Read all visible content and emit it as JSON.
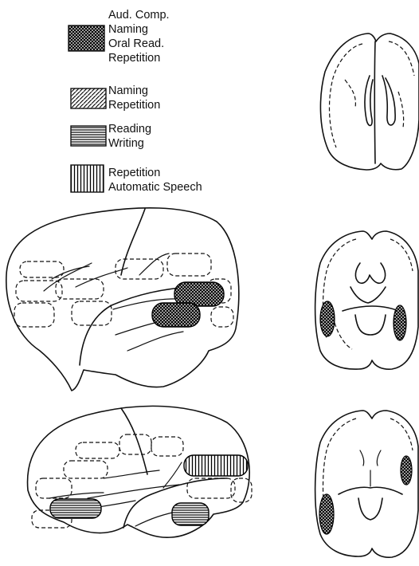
{
  "legend": [
    {
      "pattern": "crosshatch",
      "lines": [
        "Aud. Comp.",
        "Naming",
        "Oral Read.",
        "Repetition"
      ]
    },
    {
      "pattern": "diagonal",
      "lines": [
        "Naming",
        "Repetition"
      ]
    },
    {
      "pattern": "horizontal",
      "lines": [
        "Reading",
        "Writing"
      ]
    },
    {
      "pattern": "vertical",
      "lines": [
        "Repetition",
        "Automatic Speech"
      ]
    }
  ],
  "colors": {
    "ink": "#111111",
    "background": "#ffffff"
  }
}
